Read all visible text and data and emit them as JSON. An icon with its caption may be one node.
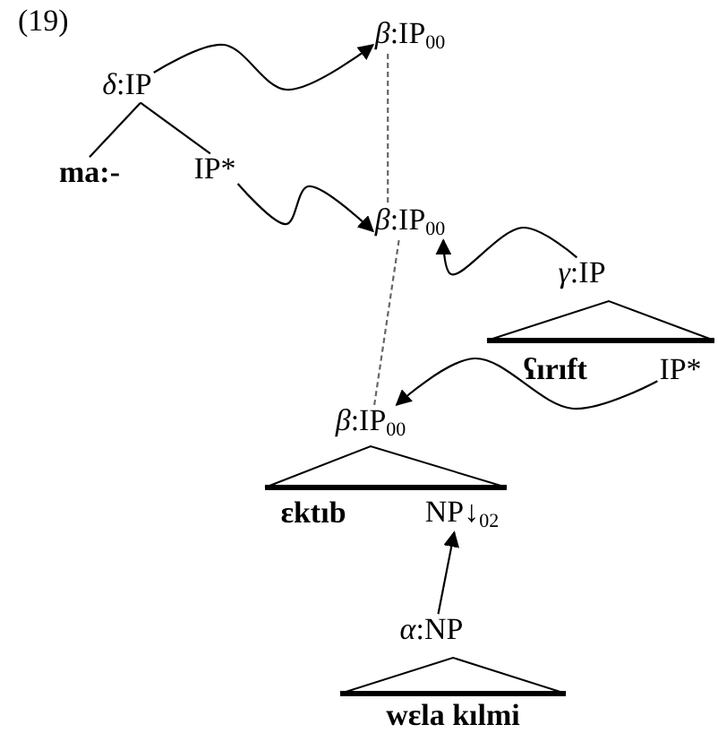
{
  "diagram": {
    "nodes": [
      {
        "text": [
          "*β*:IP$_{00}$"
        ]
      },
      {
        "text": [
          "*δ*:IP"
        ]
      },
      {
        "text": [
          "ma:-"
        ]
      },
      {
        "text": [
          "IP*"
        ]
      },
      {
        "text": [
          "*β*:IP$_{00}$"
        ]
      },
      {
        "text": [
          "*γ*:IP"
        ]
      },
      {
        "text": [
          "ʕırıft"
        ]
      },
      {
        "text": [
          "IP*"
        ]
      },
      {
        "text": [
          "*β*:IP$_{00}$"
        ]
      },
      {
        "text": [
          "ɛktıb"
        ]
      },
      {
        "text": [
          "NP↓$_{02}$"
        ]
      },
      {
        "text": [
          "*α*:NP"
        ]
      },
      {
        "text": [
          "wɛla kılmi"
        ]
      }
    ],
    "edges": [
      {
        "from": 1,
        "to": 0,
        "arrow": "to"
      },
      {
        "from": 1,
        "to": 2,
        "arrow": "none"
      },
      {
        "from": 1,
        "to": 3,
        "arrow": "none"
      },
      {
        "from": 3,
        "to": 4,
        "arrow": "to"
      },
      {
        "from": 5,
        "to": 4,
        "arrow": "to"
      },
      {
        "from": 7,
        "to": 8,
        "arrow": "to"
      },
      {
        "from": 0,
        "to": 4,
        "arrow": "none",
        "style": "dashed",
        "color": "#666666"
      },
      {
        "from": 4,
        "to": 8,
        "arrow": "none",
        "style": "dashed",
        "color": "#666666"
      },
      {
        "from": 11,
        "to": 10,
        "arrow": "to"
      }
    ],
    "labels": [
      "(19)"
    ]
  }
}
